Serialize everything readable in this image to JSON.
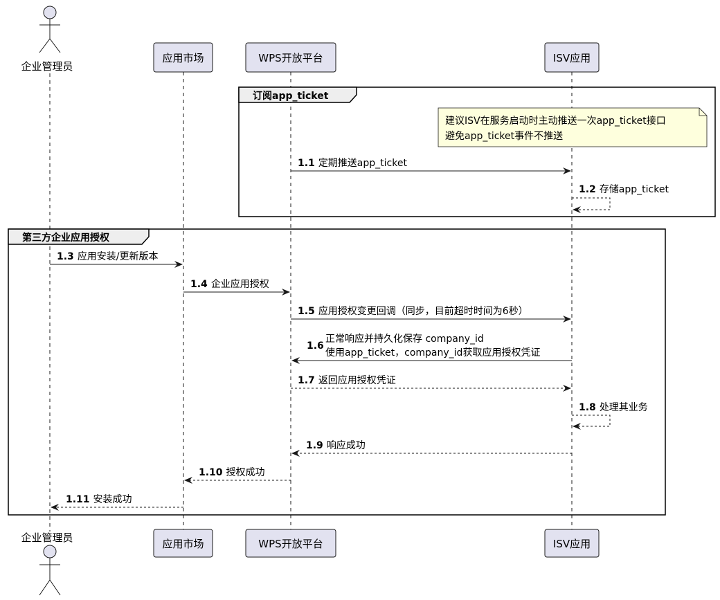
{
  "participants": [
    {
      "id": "admin",
      "label": "企业管理员",
      "kind": "actor"
    },
    {
      "id": "market",
      "label": "应用市场",
      "kind": "box"
    },
    {
      "id": "wps",
      "label": "WPS开放平台",
      "kind": "box"
    },
    {
      "id": "isv",
      "label": "ISV应用",
      "kind": "box"
    }
  ],
  "frames": [
    {
      "title": "订阅app_ticket"
    },
    {
      "title": "第三方企业应用授权"
    }
  ],
  "note": {
    "lines": [
      "建议ISV在服务启动时主动推送一次app_ticket接口",
      "避免app_ticket事件不推送"
    ]
  },
  "messages": [
    {
      "num": "1.1",
      "lines": [
        "定期推送app_ticket"
      ],
      "from": "wps",
      "to": "isv",
      "dashed": false
    },
    {
      "num": "1.2",
      "lines": [
        "存储app_ticket"
      ],
      "from": "isv",
      "to": "isv",
      "dashed": true
    },
    {
      "num": "1.3",
      "lines": [
        "应用安装/更新版本"
      ],
      "from": "admin",
      "to": "market",
      "dashed": false
    },
    {
      "num": "1.4",
      "lines": [
        "企业应用授权"
      ],
      "from": "market",
      "to": "wps",
      "dashed": false
    },
    {
      "num": "1.5",
      "lines": [
        "应用授权变更回调（同步，目前超时时间为6秒）"
      ],
      "from": "wps",
      "to": "isv",
      "dashed": false
    },
    {
      "num": "1.6",
      "lines": [
        "正常响应并持久化保存 company_id",
        "使用app_ticket，company_id获取应用授权凭证"
      ],
      "from": "isv",
      "to": "wps",
      "dashed": false
    },
    {
      "num": "1.7",
      "lines": [
        "返回应用授权凭证"
      ],
      "from": "wps",
      "to": "isv",
      "dashed": true
    },
    {
      "num": "1.8",
      "lines": [
        "处理其业务"
      ],
      "from": "isv",
      "to": "isv",
      "dashed": true
    },
    {
      "num": "1.9",
      "lines": [
        "响应成功"
      ],
      "from": "isv",
      "to": "wps",
      "dashed": true
    },
    {
      "num": "1.10",
      "lines": [
        "授权成功"
      ],
      "from": "wps",
      "to": "market",
      "dashed": true
    },
    {
      "num": "1.11",
      "lines": [
        "安装成功"
      ],
      "from": "market",
      "to": "admin",
      "dashed": true
    }
  ],
  "colors": {
    "participant_fill": "#E2E2F0",
    "participant_stroke": "#181818",
    "note_fill": "#FEFFDD",
    "frame_title_fill": "#EEEEEE",
    "line": "#181818"
  }
}
